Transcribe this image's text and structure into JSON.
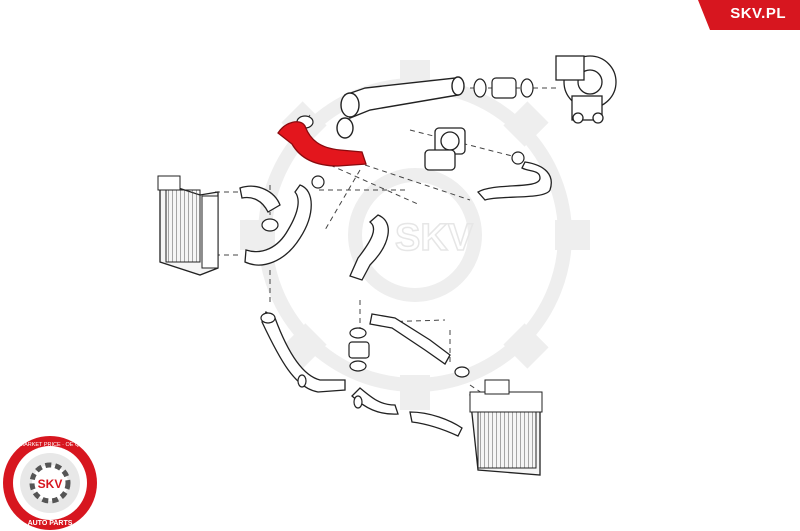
{
  "brand": {
    "name": "SKV.PL",
    "color": "#d7161f"
  },
  "watermark": {
    "text": "SKV"
  },
  "seal": {
    "ring_text": "AFTERMARKET PRICE · OE QUALITY",
    "center_text": "SKV",
    "bottom_text": "AUTO PARTS"
  },
  "highlight": {
    "part": "coolant-hose",
    "color": "#e3161d"
  },
  "icons": [
    "gear-watermark",
    "skv-seal",
    "intercooler",
    "turbocharger",
    "throttle-body"
  ]
}
